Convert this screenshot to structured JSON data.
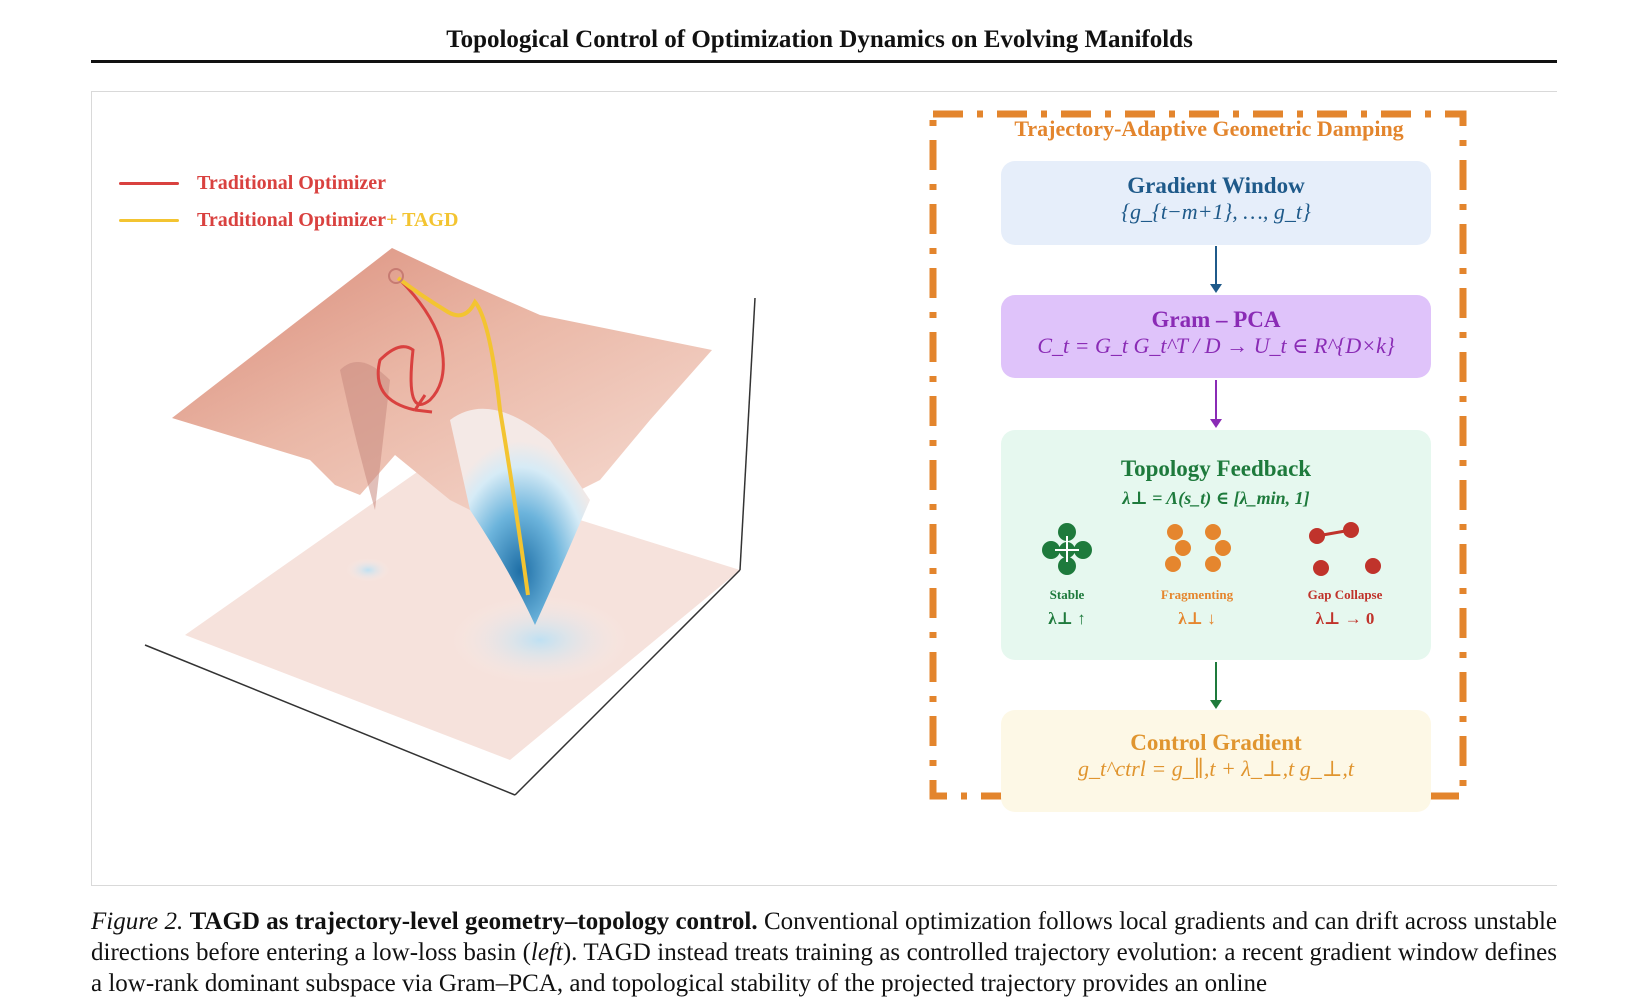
{
  "header": {
    "running_title": "Topological Control of Optimization Dynamics on Evolving Manifolds"
  },
  "legend": {
    "items": [
      {
        "label": "Traditional Optimizer",
        "suffix": "",
        "color": "#d9413f"
      },
      {
        "label": "Traditional Optimizer",
        "suffix": " + TAGD",
        "color": "#f3c431"
      }
    ]
  },
  "panel": {
    "title": "Trajectory-Adaptive Geometric Damping",
    "gradient_window": {
      "title": "Gradient Window",
      "formula": "{g_{t−m+1}, …, g_t}",
      "formula_display": "{g t−m+1 , … , g t }"
    },
    "gram_pca": {
      "title": "Gram – PCA",
      "formula": "C_t = G_t G_t^T / D → U_t ∈ R^{D×k}"
    },
    "topology": {
      "title": "Topology Feedback",
      "formula": "λ⊥ = Λ(s_t) ∈ [λ_min, 1]",
      "states": [
        {
          "label": "Stable",
          "lambda": "λ⊥ ↑",
          "color": "#1e7a3c"
        },
        {
          "label": "Fragmenting",
          "lambda": "λ⊥ ↓",
          "color": "#e5862e"
        },
        {
          "label": "Gap Collapse",
          "lambda": "λ⊥ → 0",
          "color": "#c0332b"
        }
      ]
    },
    "control": {
      "title": "Control Gradient",
      "formula": "g_t^ctrl = g_∥,t + λ_⊥,t g_⊥,t"
    },
    "colors": {
      "border": "#e3852d",
      "gradient": "#1f5a8a",
      "gram": "#8a2bb5",
      "topology": "#1e7a3c",
      "control": "#e0952f"
    }
  },
  "caption": {
    "figure_number": "Figure 2.",
    "lead": "TAGD as trajectory-level geometry–topology control.",
    "line1": "Conventional optimization follows local gradients and can drift across",
    "line2_a": "unstable directions before entering a low-loss basin (",
    "line2_em": "left",
    "line2_b": "). TAGD instead treats training as controlled trajectory evolution: a recent gradient",
    "line3": "window defines a low-rank dominant subspace via Gram–PCA, and topological stability of the projected trajectory provides an online"
  }
}
